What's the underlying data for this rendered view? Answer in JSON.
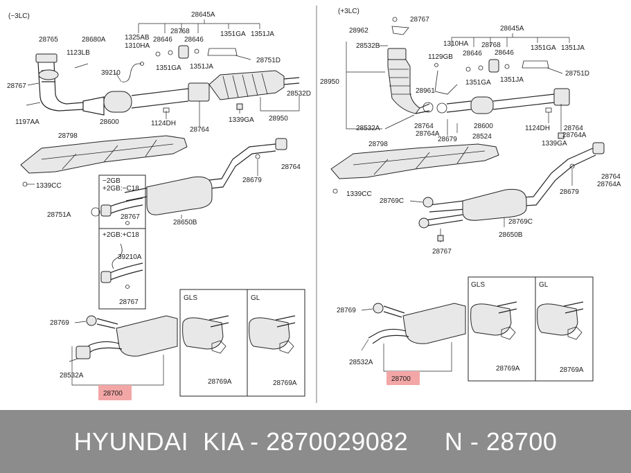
{
  "left_panel": {
    "variant": "(−3LC)",
    "labels": {
      "p28645A": "28645A",
      "p28765": "28765",
      "p28680A": "28680A",
      "p1325AB": "1325AB",
      "p1310HA": "1310HA",
      "p28768": "28768",
      "p28646a": "28646",
      "p28646b": "28646",
      "p1351GA_a": "1351GA",
      "p1351JA_a": "1351JA",
      "p1123LB": "1123LB",
      "p28751D": "28751D",
      "p1351GA_b": "1351GA",
      "p1351JA_b": "1351JA",
      "p39210": "39210",
      "p28767": "28767",
      "p28532D": "28532D",
      "p1197AA": "1197AA",
      "p28600": "28600",
      "p1124DH": "1124DH",
      "p28764a": "28764",
      "p1339GA": "1339GA",
      "p28950": "28950",
      "p28798": "28798",
      "p28764b": "28764",
      "p1339CC": "1339CC",
      "p28679": "28679",
      "box1_l1": "−2GB",
      "box1_l2": "+2GB:−C18",
      "p28751A": "28751A",
      "p28767b": "28767",
      "p28650B": "28650B",
      "box2_l1": "+2GB:+C18",
      "p39210A": "39210A",
      "p28767c": "28767",
      "p28769": "28769",
      "p28532A": "28532A",
      "p28700": "28700",
      "gls": "GLS",
      "gl": "GL",
      "p28769A_a": "28769A",
      "p28769A_b": "28769A"
    }
  },
  "right_panel": {
    "variant": "(+3LC)",
    "labels": {
      "p28767": "28767",
      "p28962": "28962",
      "p28645A": "28645A",
      "p28532B": "28532B",
      "p1310HA": "1310HA",
      "p28768": "28768",
      "p1129GB": "1129GB",
      "p28646a": "28646",
      "p28646b": "28646",
      "p1351GA_a": "1351GA",
      "p1351JA_a": "1351JA",
      "p28950": "28950",
      "p1351GA_b": "1351GA",
      "p1351JA_b": "1351JA",
      "p28751D": "28751D",
      "p28961": "28961",
      "p28764a": "28764",
      "p28764A": "28764A",
      "p28532A": "28532A",
      "p28600": "28600",
      "p28524": "28524",
      "p1124DH": "1124DH",
      "p28764b": "28764",
      "p28764Ab": "28764A",
      "p28679a": "28679",
      "p1339GA": "1339GA",
      "p28798": "28798",
      "p28764c": "28764",
      "p28764Ac": "28764A",
      "p1339CC": "1339CC",
      "p28769C": "28769C",
      "p28679b": "28679",
      "p28769Cb": "28769C",
      "p28650B": "28650B",
      "p28767b": "28767",
      "gls": "GLS",
      "gl": "GL",
      "p28769": "28769",
      "p28532A2": "28532A",
      "p28700": "28700",
      "p28769A_a": "28769A",
      "p28769A_b": "28769A"
    }
  },
  "footer": {
    "text": "HYUNDAI  KIA - 2870029082     N - 28700"
  }
}
